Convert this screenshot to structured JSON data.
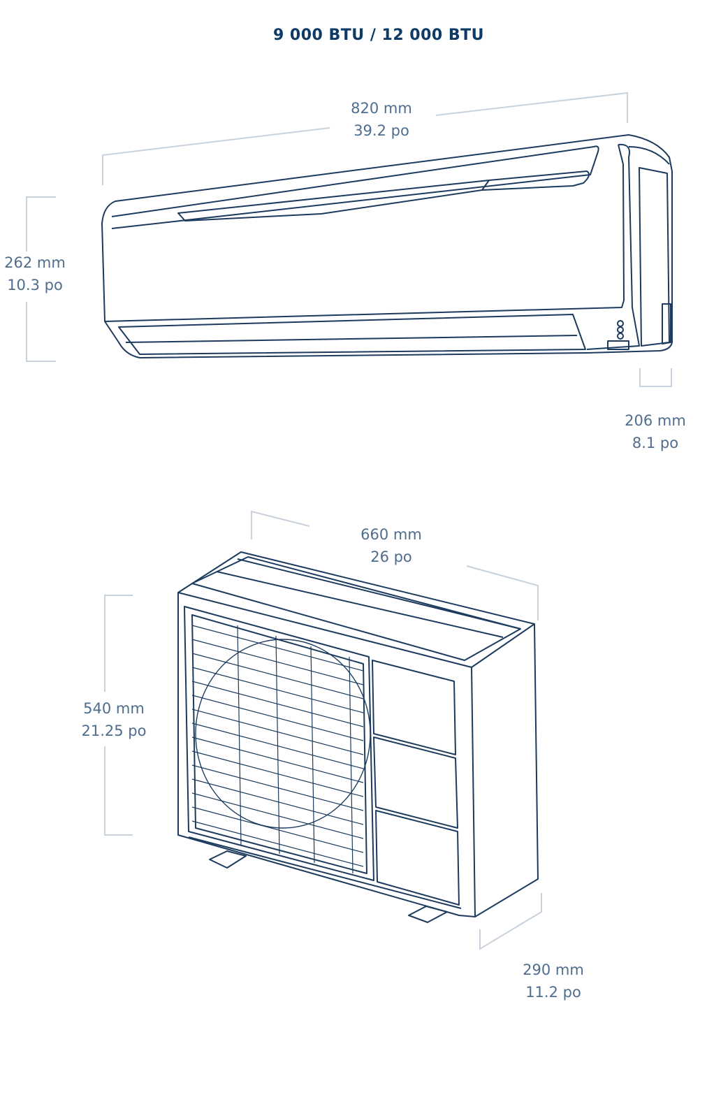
{
  "title": "9 000 BTU / 12 000 BTU",
  "indoor_unit": {
    "width": {
      "mm": "820 mm",
      "in": "39.2 po"
    },
    "height": {
      "mm": "262 mm",
      "in": "10.3 po"
    },
    "depth": {
      "mm": "206 mm",
      "in": "8.1 po"
    }
  },
  "outdoor_unit": {
    "width": {
      "mm": "660 mm",
      "in": "26 po"
    },
    "height": {
      "mm": "540 mm",
      "in": "21.25 po"
    },
    "depth": {
      "mm": "290 mm",
      "in": "11.2 po"
    }
  },
  "colors": {
    "title": "#0e3a66",
    "label": "#4f6d8e",
    "dimension_line": "#c8d2dd",
    "drawing": "#1c3b5e"
  }
}
